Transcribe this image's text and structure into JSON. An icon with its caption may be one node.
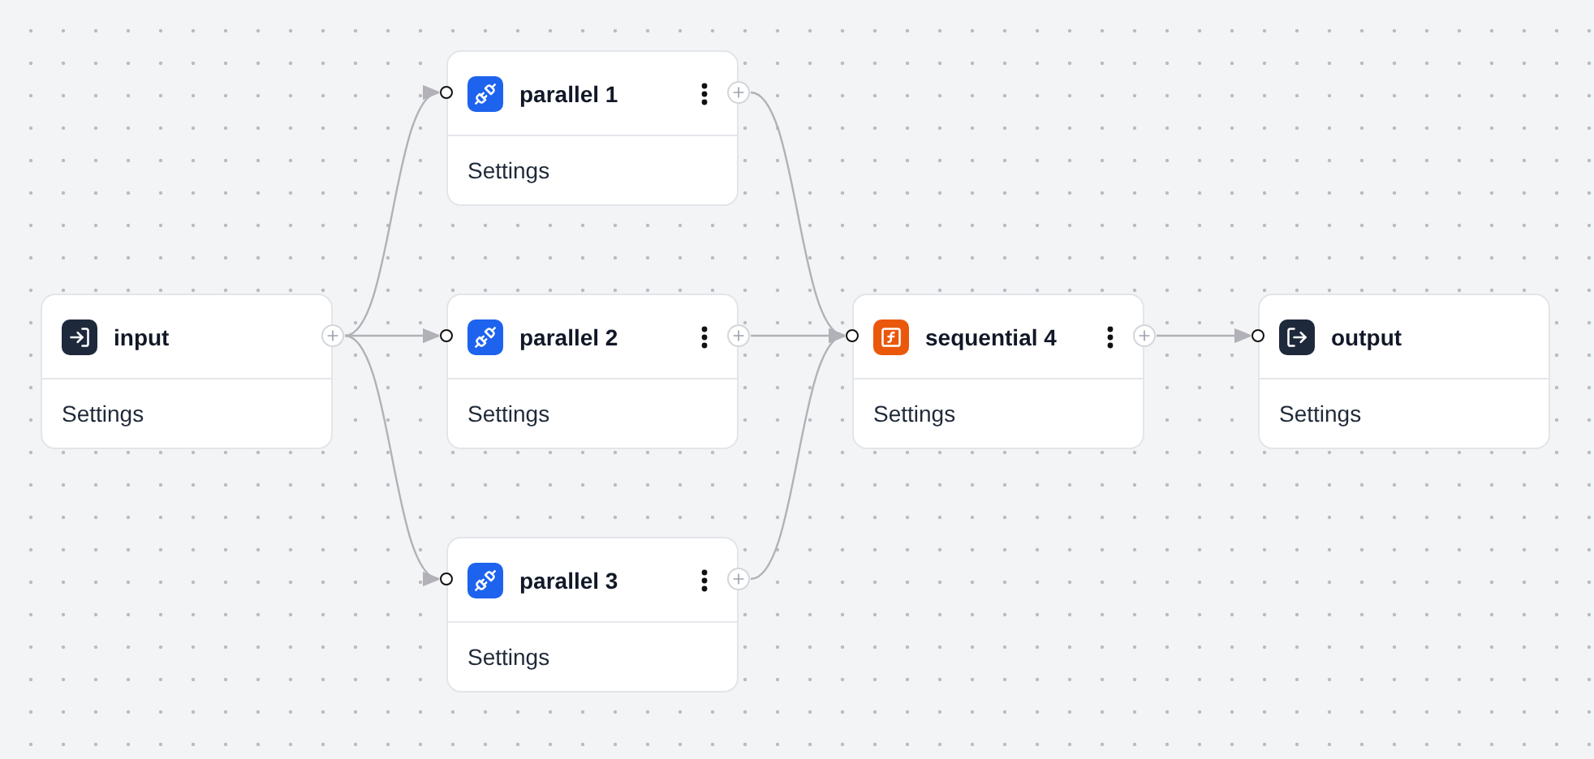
{
  "diagram": {
    "nodes": [
      {
        "text": [
          "input",
          "Settings"
        ]
      },
      {
        "text": [
          "parallel 1",
          "Settings"
        ]
      },
      {
        "text": [
          "parallel 2",
          "Settings"
        ]
      },
      {
        "text": [
          "parallel 3",
          "Settings"
        ]
      },
      {
        "text": [
          "sequential 4",
          "Settings"
        ]
      },
      {
        "text": [
          "output",
          "Settings"
        ]
      }
    ],
    "edges": [
      {
        "from": 0,
        "to": 1,
        "arrow": "to"
      },
      {
        "from": 0,
        "to": 2,
        "arrow": "to"
      },
      {
        "from": 0,
        "to": 3,
        "arrow": "to"
      },
      {
        "from": 1,
        "to": 4,
        "arrow": "to"
      },
      {
        "from": 2,
        "to": 4,
        "arrow": "to"
      },
      {
        "from": 3,
        "to": 4,
        "arrow": "to"
      },
      {
        "from": 4,
        "to": 5,
        "arrow": "to"
      }
    ]
  }
}
